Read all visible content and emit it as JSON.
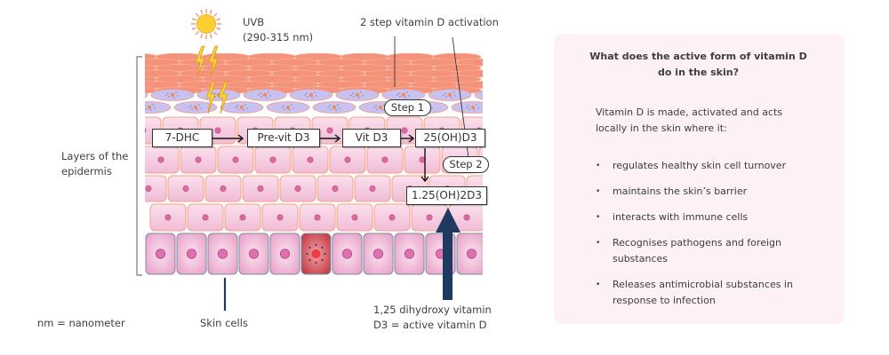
{
  "diagram": {
    "uvb_label": "UVB",
    "uvb_range": "(290-315 nm)",
    "activation_label": "2 step vitamin D activation",
    "layers_label_line1": "Layers of the",
    "layers_label_line2": "epidermis",
    "footnote": "nm = nanometer",
    "skin_cells_label": "Skin cells",
    "active_label_line1": "1,25 dihydroxy vitamin",
    "active_label_line2": "D3 = active vitamin D",
    "steps": {
      "step1": "Step 1",
      "step2": "Step 2"
    },
    "pathway": [
      "7-DHC",
      "Pre-vit D3",
      "Vit D3",
      "25(OH)D3",
      "1.25(OH)2D3"
    ],
    "icons": {
      "sun": "sun-icon",
      "uv_rays": "lightning-icon",
      "active_arrow": "arrow-up-icon"
    },
    "colors": {
      "stratum_corneum": "#f4937a",
      "granular_cell": "#c9c2ef",
      "spinous_cell": "#f6cde0",
      "basal_cell": "#eeaad0",
      "highlighted_cell": "#c9474e",
      "arrow": "#1e3a5f",
      "sun": "#fccf2e"
    }
  },
  "panel": {
    "title_line1": "What does the active form of vitamin D",
    "title_line2": "do in the skin?",
    "intro": "Vitamin D is made, activated and acts locally in the skin where it:",
    "bullets": [
      "regulates healthy skin cell turnover",
      "maintains the skin’s barrier",
      "interacts with immune cells",
      "Recognises pathogens and foreign substances",
      "Releases antimicrobial substances in response to infection"
    ],
    "bullet_glyph": "•"
  }
}
